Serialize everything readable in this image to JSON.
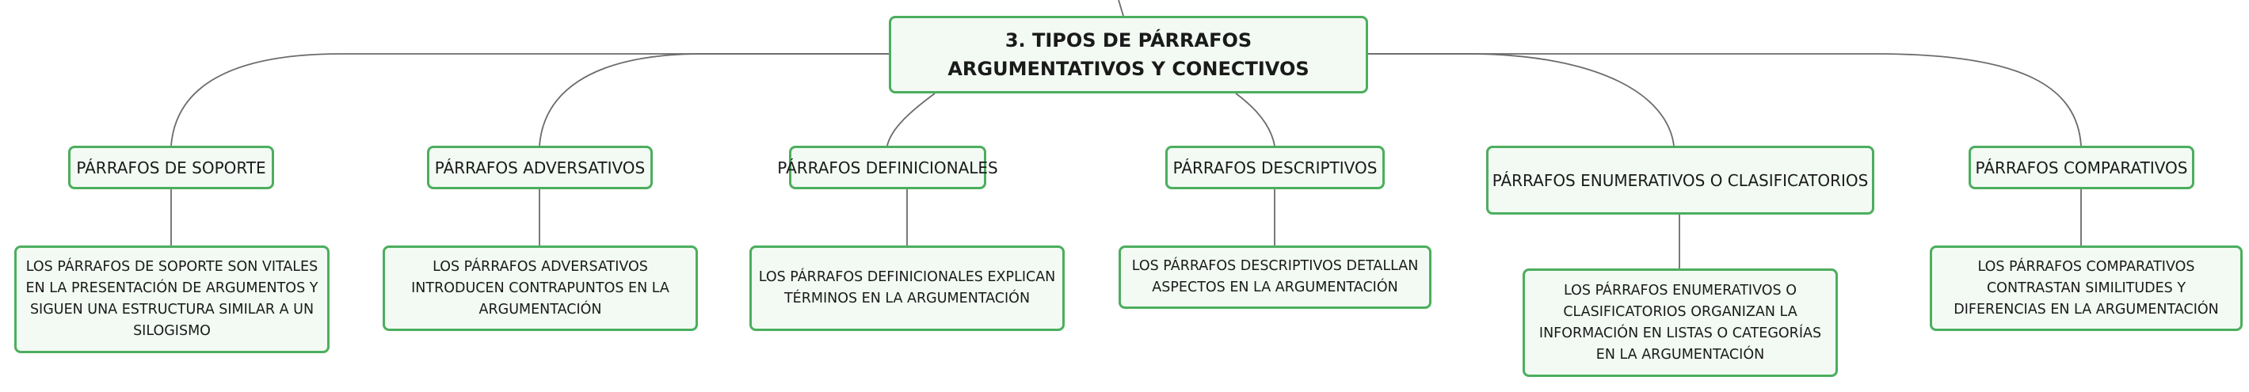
{
  "map": {
    "root": "3. TIPOS DE PÁRRAFOS ARGUMENTATIVOS Y CONECTIVOS",
    "branches": [
      {
        "title": "PÁRRAFOS DE SOPORTE",
        "detail": "LOS PÁRRAFOS DE SOPORTE SON VITALES EN LA PRESENTACIÓN DE ARGUMENTOS Y SIGUEN UNA ESTRUCTURA SIMILAR A UN SILOGISMO"
      },
      {
        "title": "PÁRRAFOS ADVERSATIVOS",
        "detail": "LOS PÁRRAFOS ADVERSATIVOS INTRODUCEN CONTRAPUNTOS EN LA ARGUMENTACIÓN"
      },
      {
        "title": "PÁRRAFOS DEFINICIONALES",
        "detail": "LOS PÁRRAFOS DEFINICIONALES EXPLICAN TÉRMINOS EN LA ARGUMENTACIÓN"
      },
      {
        "title": "PÁRRAFOS DESCRIPTIVOS",
        "detail": "LOS PÁRRAFOS DESCRIPTIVOS DETALLAN ASPECTOS EN LA ARGUMENTACIÓN"
      },
      {
        "title": "PÁRRAFOS ENUMERATIVOS O CLASIFICATORIOS",
        "detail": "LOS PÁRRAFOS ENUMERATIVOS O CLASIFICATORIOS ORGANIZAN LA INFORMACIÓN EN LISTAS O CATEGORÍAS EN LA ARGUMENTACIÓN"
      },
      {
        "title": "PÁRRAFOS COMPARATIVOS",
        "detail": "LOS PÁRRAFOS COMPARATIVOS CONTRASTAN SIMILITUDES Y DIFERENCIAS EN LA ARGUMENTACIÓN"
      }
    ]
  },
  "colors": {
    "node_border": "#4cae5e",
    "node_fill": "#f2faf3",
    "connector": "#6b6b6b"
  }
}
